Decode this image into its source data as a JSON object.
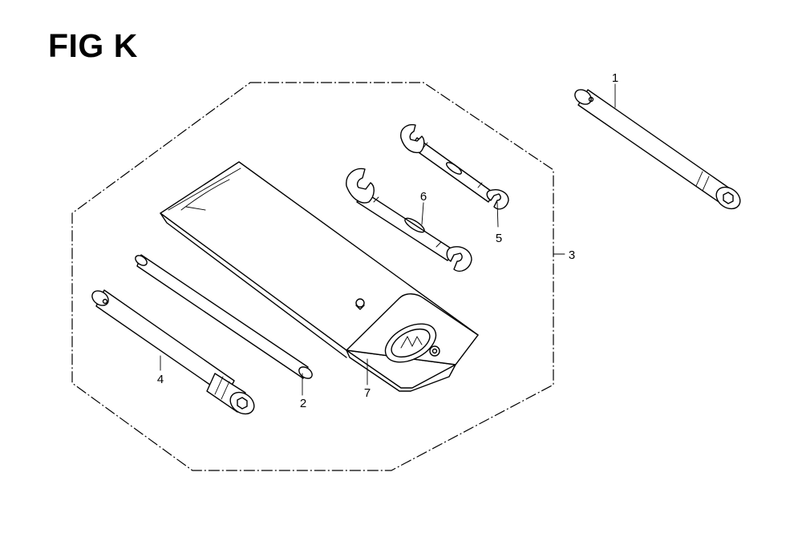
{
  "figure": {
    "title": "FIG K"
  },
  "callouts": {
    "c1": "1",
    "c2": "2",
    "c3": "3",
    "c4": "4",
    "c5": "5",
    "c6": "6",
    "c7": "7"
  }
}
